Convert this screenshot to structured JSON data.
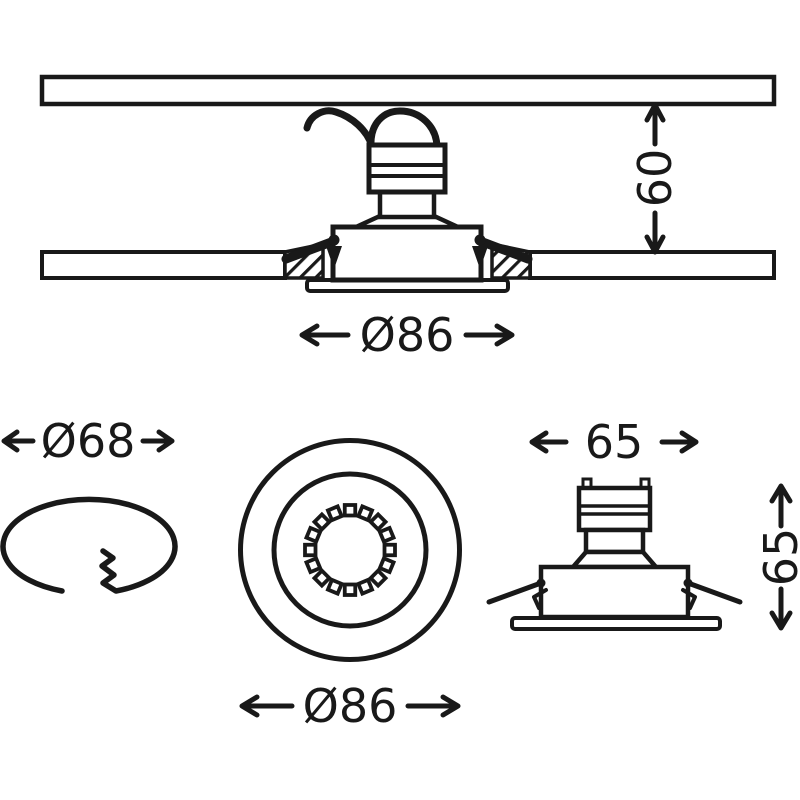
{
  "page": {
    "description": "Technical dimension drawing of a recessed ceiling spotlight (cross-section, cut-out, front and side views)"
  },
  "colors": {
    "ink": "#191919",
    "background": "#ffffff"
  },
  "views": {
    "section": {
      "name": "installation-cross-section",
      "depth_label": "60",
      "diameter_label": "Ø86"
    },
    "cutout": {
      "name": "ceiling-cutout",
      "diameter_label": "Ø68"
    },
    "front": {
      "name": "front-view",
      "diameter_label": "Ø86",
      "led_count": 16
    },
    "side": {
      "name": "side-view",
      "width_label": "65",
      "height_label": "65"
    }
  }
}
